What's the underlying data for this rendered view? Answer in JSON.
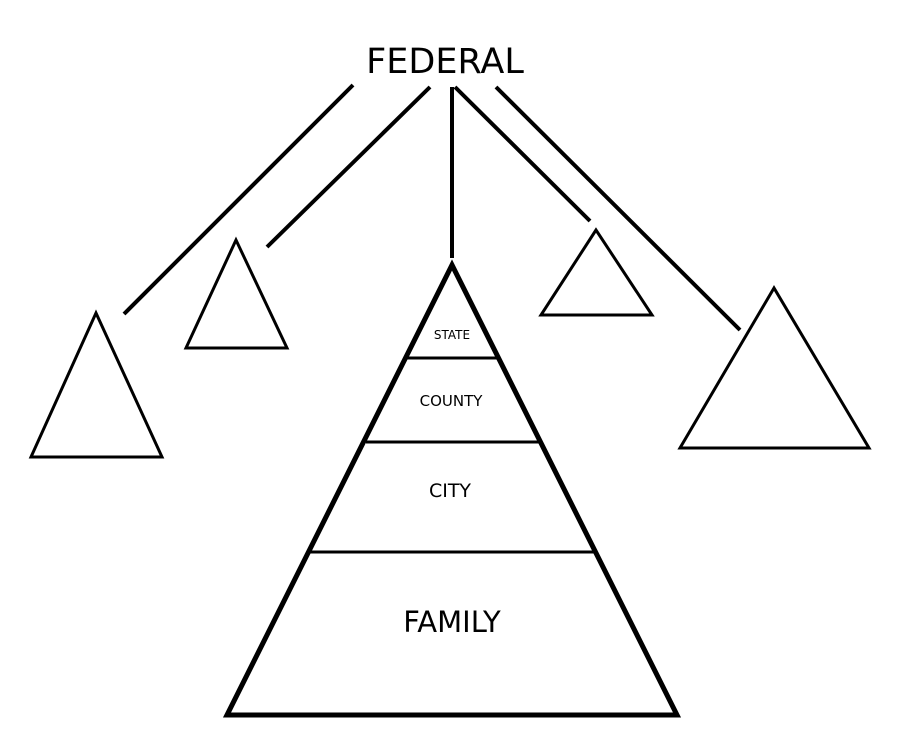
{
  "diagram": {
    "top_label": "FEDERAL",
    "pyramid_levels": {
      "state": "STATE",
      "county": "COUNTY",
      "city": "CITY",
      "family": "FAMILY"
    },
    "stroke_color": "#000000",
    "background_color": "#ffffff"
  }
}
